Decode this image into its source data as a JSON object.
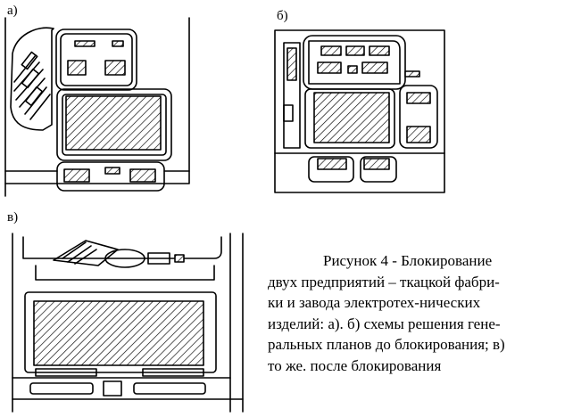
{
  "labels": {
    "a": "а)",
    "b": "б)",
    "v": "в)"
  },
  "caption": {
    "lines": [
      "Рисунок 4 - Блокированиe",
      "двух предприятий – ткацкой фабри-",
      "ки и завода электротех-нических",
      "изделий: а). б) схемы решения генe-",
      "ральных планов до блокирования; в)",
      "то же. после блокирования"
    ]
  }
}
